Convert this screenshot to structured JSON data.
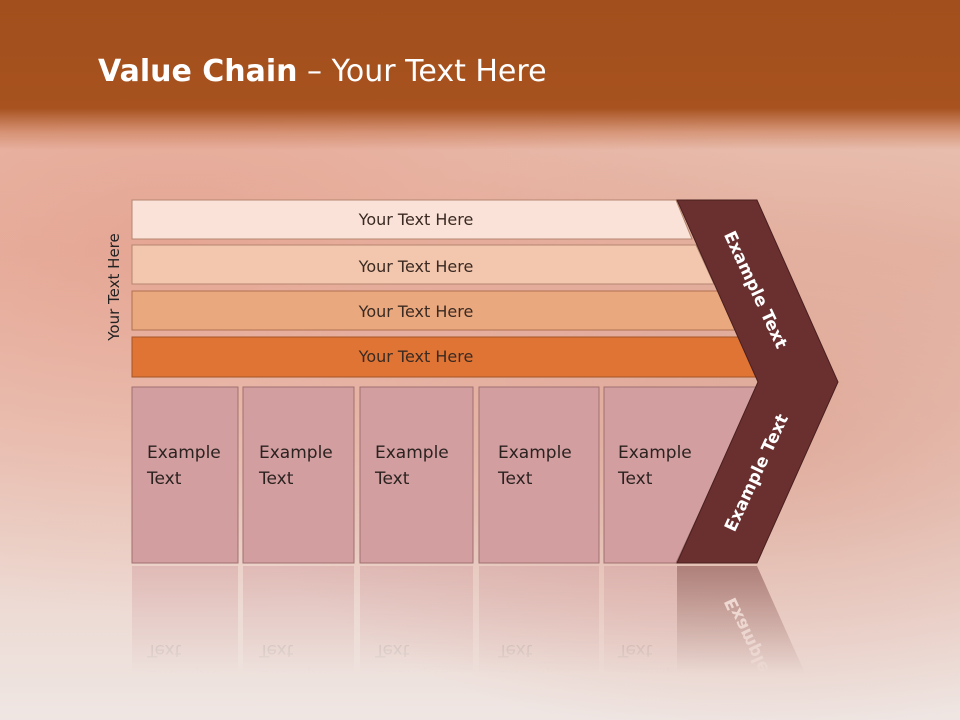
{
  "slide": {
    "title_bold": "Value Chain",
    "title_rest": " – Your Text Here",
    "vertical_label": "Your Text Here",
    "bars": [
      {
        "label": "Your Text Here",
        "color": "#fae2d8"
      },
      {
        "label": "Your Text Here",
        "color": "#f3c6ae"
      },
      {
        "label": "Your Text Here",
        "color": "#eaa87f"
      },
      {
        "label": "Your Text Here",
        "color": "#e07434"
      }
    ],
    "boxes": [
      {
        "line1": "Example",
        "line2": "Text"
      },
      {
        "line1": "Example",
        "line2": "Text"
      },
      {
        "line1": "Example",
        "line2": "Text"
      },
      {
        "line1": "Example",
        "line2": "Text"
      },
      {
        "line1": "Example",
        "line2": "Text"
      }
    ],
    "arrow_labels": [
      "Example Text",
      "Example Text"
    ],
    "colors": {
      "header": "#a5511e",
      "arrow": "#6a2f2f",
      "box_fill": "#d29ea0"
    }
  }
}
